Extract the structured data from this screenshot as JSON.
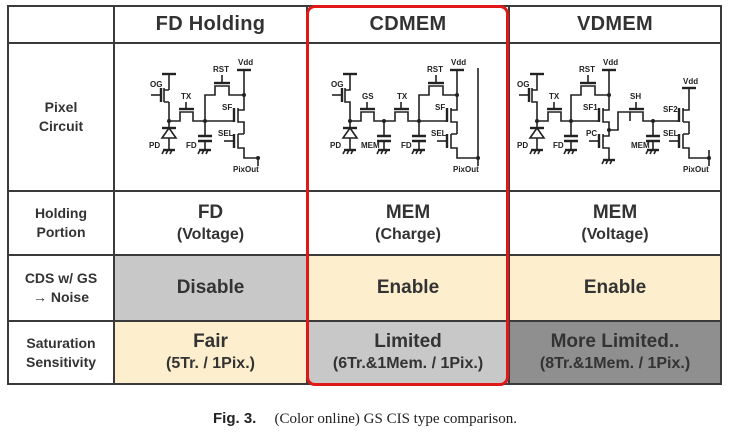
{
  "table": {
    "columns": [
      {
        "key": "fd",
        "header": "FD Holding"
      },
      {
        "key": "cdmem",
        "header": "CDMEM"
      },
      {
        "key": "vdmem",
        "header": "VDMEM"
      }
    ],
    "highlighted_column": "CDMEM",
    "rows": {
      "pixel_circuit": {
        "label_line1": "Pixel",
        "label_line2": "Circuit",
        "fd": {
          "labels": [
            "OG",
            "TX",
            "RST",
            "Vdd",
            "SF",
            "SEL",
            "PD",
            "FD",
            "PixOut"
          ]
        },
        "cdmem": {
          "labels": [
            "OG",
            "GS",
            "TX",
            "RST",
            "Vdd",
            "SF",
            "SEL",
            "PD",
            "MEM",
            "FD",
            "PixOut"
          ]
        },
        "vdmem": {
          "labels": [
            "OG",
            "TX",
            "RST",
            "Vdd",
            "SF1",
            "SH",
            "SF2",
            "Vdd",
            "PC",
            "SEL",
            "PD",
            "FD",
            "MEM",
            "PixOut"
          ]
        }
      },
      "holding_portion": {
        "label_line1": "Holding",
        "label_line2": "Portion",
        "fd": {
          "main": "FD",
          "sub": "(Voltage)",
          "color": "#ffffff"
        },
        "cdmem": {
          "main": "MEM",
          "sub": "(Charge)",
          "color": "#ffffff"
        },
        "vdmem": {
          "main": "MEM",
          "sub": "(Voltage)",
          "color": "#ffffff"
        }
      },
      "cds_noise": {
        "label_line1": "CDS w/ GS",
        "label_line2": "→ Noise",
        "fd": {
          "main": "Disable",
          "color": "#c8c8c8"
        },
        "cdmem": {
          "main": "Enable",
          "color": "#fdefcd"
        },
        "vdmem": {
          "main": "Enable",
          "color": "#fdefcd"
        }
      },
      "saturation": {
        "label_line1": "Saturation",
        "label_line2": "Sensitivity",
        "fd": {
          "main": "Fair",
          "sub": "(5Tr. / 1Pix.)",
          "color": "#fdefcd"
        },
        "cdmem": {
          "main": "Limited",
          "sub": "(6Tr.&1Mem. / 1Pix.)",
          "color": "#c8c8c8"
        },
        "vdmem": {
          "main": "More Limited..",
          "sub": "(8Tr.&1Mem. / 1Pix.)",
          "color": "#8f8f8f"
        }
      }
    }
  },
  "caption": {
    "figure_label": "Fig. 3.",
    "text": "(Color online) GS CIS type comparison."
  },
  "colors": {
    "highlight_border": "#e01818",
    "grid": "#3a3a3a",
    "yellow": "#fdefcd",
    "light_gray": "#c8c8c8",
    "dark_gray": "#8f8f8f"
  }
}
